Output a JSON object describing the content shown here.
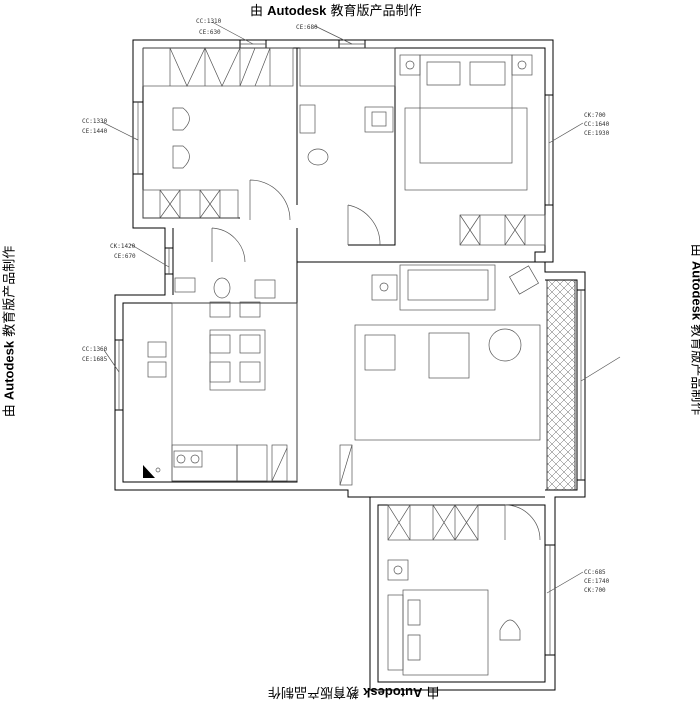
{
  "watermark": {
    "text": "由 Autodesk 教育版产品制作",
    "prefix": "由 ",
    "brand": "Autodesk",
    "suffix": " 教育版产品制作"
  },
  "window_labels": {
    "top_left": [
      "CC:1310",
      "CE:630"
    ],
    "top_mid": [
      "CE:680"
    ],
    "left_upper": [
      "CC:1330",
      "CE:1440"
    ],
    "left_mid": [
      "CK:1420",
      "CE:670"
    ],
    "left_lower": [
      "CC:1360",
      "CE:1685"
    ],
    "right_upper": [
      "CK:700",
      "CC:1640",
      "CE:1930"
    ],
    "right_lower": [
      "CC:685",
      "CE:1740",
      "CK:700"
    ]
  }
}
